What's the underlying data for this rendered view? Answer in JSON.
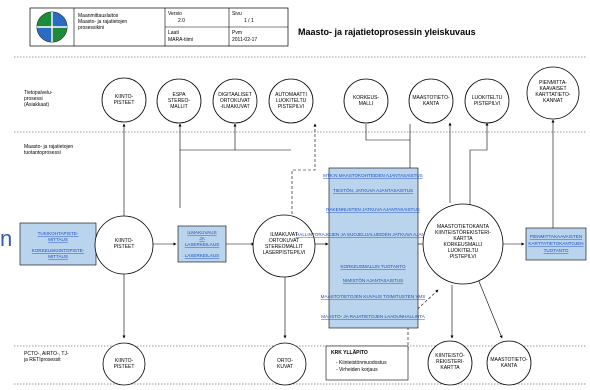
{
  "header": {
    "org": [
      "Maanmittauslaitos",
      "Maasto- ja rajatietojen",
      "prosessikini"
    ],
    "version_label": "Versio",
    "version_value": "2.0",
    "page_label": "Sivu",
    "page_value": "1 / 1",
    "author_label": "Laati",
    "author_value": "MARA-tiimi",
    "date_label": "Pvm",
    "date_value": "2011-02-17",
    "title": "Maasto- ja rajatietoprosessin yleiskuvaus"
  },
  "lanes": {
    "top": [
      "Tietopalvelu-",
      "prosessi",
      "(Asiakkaat)"
    ],
    "middle": [
      "Maasto- ja rajatietojen",
      "tuotantoprosessi"
    ],
    "bottom": [
      "PCTO-, AIRTO-, TJ-",
      "ja RETIprosessit"
    ]
  },
  "top_circles": [
    [
      "KIINTO-",
      "PISTEET"
    ],
    [
      "ESPA",
      "STEREO-",
      "MALLIT"
    ],
    [
      "DIGITAALISET",
      "ORTOKUVAT",
      "-ILMAKUVAT"
    ],
    [
      "AUTOMAATTI",
      "LUOKITELTU",
      "PISTEPILVI"
    ],
    [
      "KORKEUS-",
      "MALLI"
    ],
    [
      "MAASTOTIETO-",
      "KANTA"
    ],
    [
      "LUOKITELTU",
      "PISTEPILVI"
    ],
    [
      "PIENMITTA-",
      "KAAVAISET",
      "KARTTATIETO-",
      "KANNAT"
    ]
  ],
  "left_box": [
    "TUKIKOHTAPISTE-",
    "MITTAUS",
    "KORKEUSKIINTOPISTE-",
    "MITTAUS"
  ],
  "circle_kiinto": [
    "KIINTO-",
    "PISTEET"
  ],
  "box_ilmakuvaus": [
    "ILMAKUVAUS",
    "JA",
    "LASERKEILAUS",
    "LASERKEILAUS"
  ],
  "circle_ilmakuvat": [
    "ILMAKUVAT",
    "ORTOKUVAT",
    "STEREOMALLIT",
    "LASERPISTEPILVI"
  ],
  "center_box": [
    "MTK:N MAASTOKOHTEIDEN AJANTASAISTUS",
    "TIESTÖN, JATKUVA AJANTASAISTUS",
    "RAKENNUSTEN JATKUVA AJANTASAISTUS",
    "HALLINTORAJOJEN JA SUOJELUALUEIDEN JATKUVA AJANTASAISTUS",
    "KORKEUSMALLIN TUOTANTO",
    "NIMISTÖN AJANTASAISTUS",
    "MAASTOTIETOJEN KUVAUS TOIMITUSTEN YMS",
    "MAASTO- JA RAJATIETOJEN LAADUNHALLINTA"
  ],
  "circle_mtk": [
    "MAASTOTIETOKANTA",
    "KIINTEISTÖREKISTERI-",
    "KARTTA",
    "KORKEUSMALLI",
    "LUOKITELTU",
    "PISTEPILVI"
  ],
  "right_box": [
    "PIENMITTAKAAVAISTEN",
    "KARTTATIETOKANTOJEN",
    "TUOTANTO"
  ],
  "bottom_circles": [
    [
      "KIINTO-",
      "PISTEET"
    ],
    [
      "ORTO-",
      "KUVAT"
    ],
    [
      "KIINTEISTÖ-",
      "REKISTERI-",
      "KARTTA"
    ],
    [
      "MAASTOTIETO-",
      "KANTA"
    ]
  ],
  "kirkas": {
    "title": "KRK YLLÄPITO",
    "items": [
      "- Kiinteistönmuodostus",
      "- Virheiden korjaus"
    ]
  },
  "margin_letter": "n",
  "colors": {
    "link": "#1f4fc4",
    "box_fill": "#b9d4ec",
    "logo_green": "#1e8a3c",
    "logo_blue": "#2a6cc2",
    "margin_letter": "#2f5fa8"
  }
}
